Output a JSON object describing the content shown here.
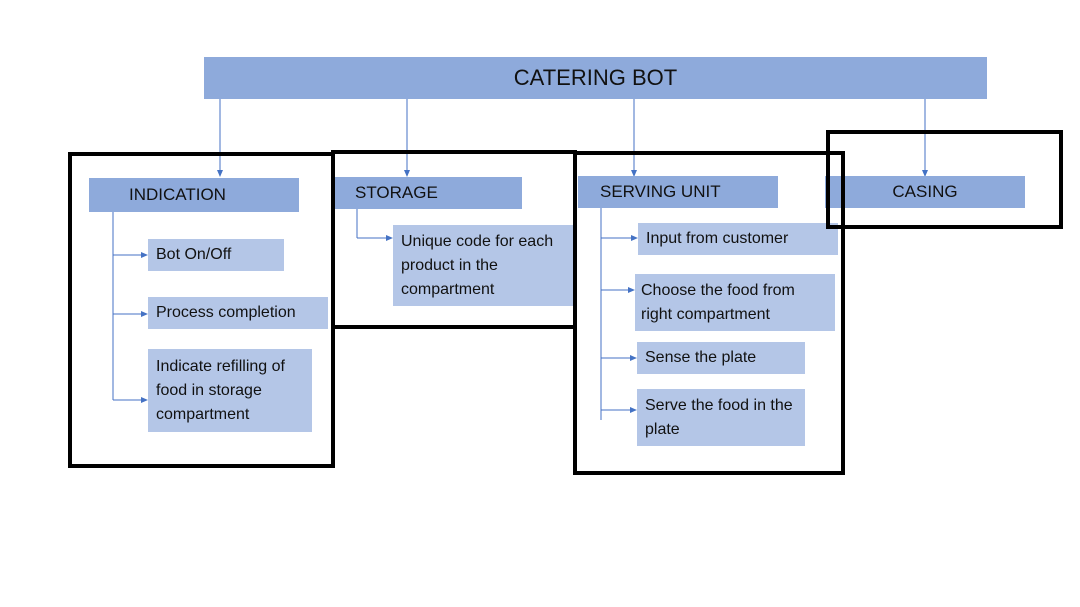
{
  "diagram": {
    "title": "CATERING BOT",
    "groups": {
      "indication": {
        "header": "INDICATION",
        "items": [
          "Bot On/Off",
          "Process completion",
          "Indicate refilling of food in storage compartment"
        ]
      },
      "storage": {
        "header": "STORAGE",
        "items": [
          "Unique code for each product in the compartment"
        ]
      },
      "serving": {
        "header": "SERVING UNIT",
        "items": [
          "Input from customer",
          "Choose the food from right compartment",
          "Sense the plate",
          "Serve the food in the plate"
        ]
      },
      "casing": {
        "header": "CASING",
        "items": []
      }
    }
  },
  "colors": {
    "header_fill": "#8eaadb",
    "item_fill": "#b4c6e7",
    "connector": "#4472c4",
    "frame": "#000000"
  }
}
